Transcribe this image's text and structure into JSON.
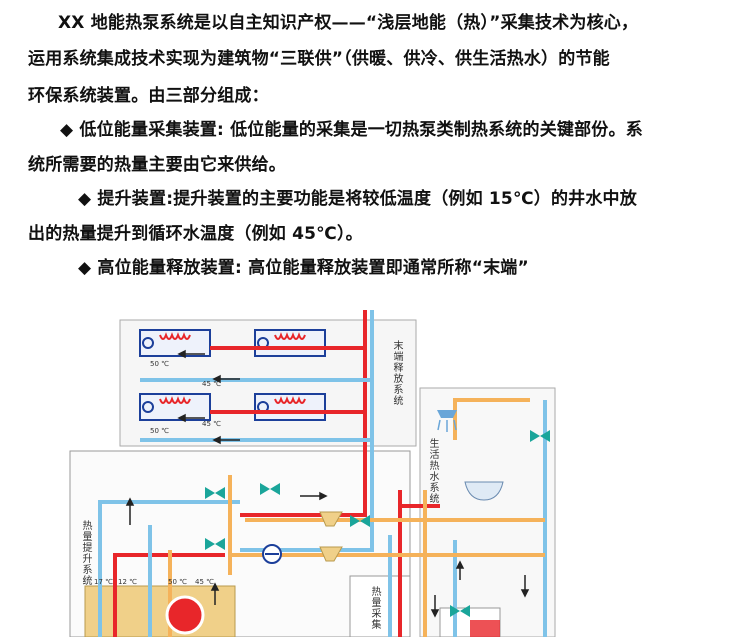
{
  "doc": {
    "para1_line1": "XX 地能热泵系统是以自主知识产权——“浅层地能（热）”采集技术为核心，",
    "para1_line2": "运用系统集成技术实现为建筑物“三联供”（供暖、供冷、供生活热水）的节能",
    "para1_line3": "环保系统装置。由三部分组成：",
    "bullet1_line1": "◆ 低位能量采集装置: 低位能量的采集是一切热泵类制热系统的关键部份。系",
    "bullet1_line2": "统所需要的热量主要由它来供给。",
    "bullet2_line1": "◆ 提升装置:提升装置的主要功能是将较低温度（例如 15℃）的井水中放",
    "bullet2_line2": "出的热量提升到循环水温度（例如 45℃）。",
    "bullet3_line1": "◆ 高位能量释放装置: 高位能量释放装置即通常所称“末端”"
  },
  "diagram": {
    "label_terminal": "末端释放系统",
    "label_hotwater": "生活热水系统",
    "label_lift": "热量提升系统",
    "label_collect": "热量采集",
    "temp_50a": "50 ℃",
    "temp_45a": "45 ℃",
    "temp_50b": "50 ℃",
    "temp_45b": "45 ℃",
    "temp_17": "17 ℃",
    "temp_12": "12 ℃",
    "temp_50c": "50 ℃",
    "temp_45c": "45 ℃",
    "colors": {
      "hot": "#e8262a",
      "cold": "#7fc3e8",
      "warm": "#f5b25a",
      "box": "#f0d089"
    }
  }
}
